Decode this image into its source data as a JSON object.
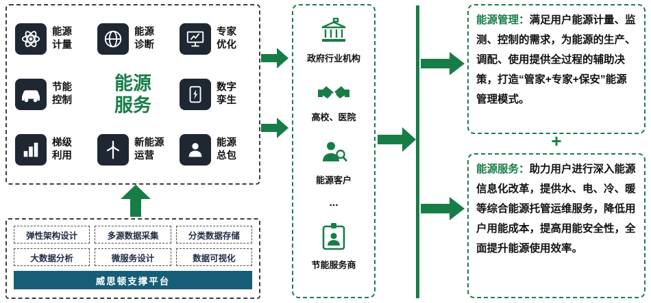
{
  "colors": {
    "green": "#177d47",
    "dark": "#1f2733",
    "teal": "#165e78"
  },
  "service_grid": {
    "center": "能源\n服务",
    "items": [
      {
        "label": "能源\n计量",
        "icon": "atom-icon"
      },
      {
        "label": "能源\n诊断",
        "icon": "globe-network-icon"
      },
      {
        "label": "专家\n优化",
        "icon": "monitor-chart-icon"
      },
      {
        "label": "节能\n控制",
        "icon": "car-icon"
      },
      {
        "label": "数字\n孪生",
        "icon": "tablet-bolt-icon"
      },
      {
        "label": "梯级\n利用",
        "icon": "step-bars-icon"
      },
      {
        "label": "新能源\n运营",
        "icon": "wind-turbine-icon"
      },
      {
        "label": "能源\n总包",
        "icon": "person-icon"
      }
    ]
  },
  "platform": {
    "items": [
      "弹性架构设计",
      "多源数据采集",
      "分类数据存储",
      "大数据分析",
      "微服务设计",
      "数据可视化"
    ],
    "bar": "威思顿支撑平台"
  },
  "customers": {
    "items": [
      {
        "label": "政府行业机构",
        "icon": "bank-icon"
      },
      {
        "label": "高校、医院",
        "icon": "handshake-icon"
      },
      {
        "label": "能源客户",
        "icon": "customer-search-icon"
      },
      {
        "label": "...",
        "icon": ""
      },
      {
        "label": "节能服务商",
        "icon": "id-badge-icon"
      }
    ]
  },
  "right": {
    "plus": "+",
    "management": {
      "title": "能源管理：",
      "body": "满足用户能源计量、监测、控制的需求，为能源的生产、调配、使用提供全过程的辅助决策，打造“管家+专家+保安”能源管理模式。"
    },
    "service": {
      "title": "能源服务：",
      "body": "助力用户进行深入能源信息化改革，提供水、电、冷、暖等综合能源托管运维服务，降低用户用能成本，提高用能安全性，全面提升能源使用效率。"
    }
  }
}
